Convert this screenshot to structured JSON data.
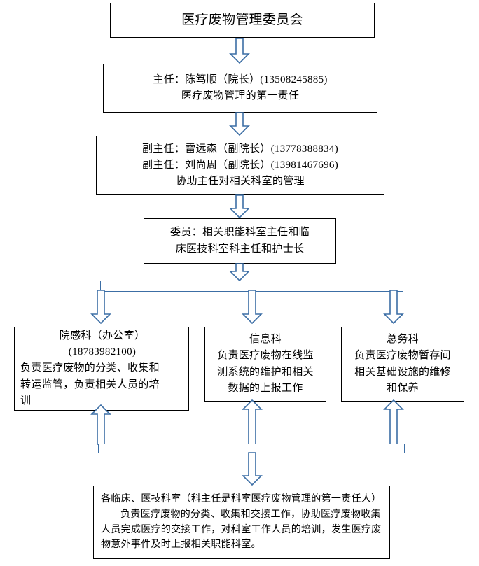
{
  "diagram": {
    "title": "医疗废物管理委员会",
    "accent_color": "#3c6ea5",
    "border_color": "#000000",
    "background_color": "#ffffff"
  },
  "nodes": {
    "committee": {
      "name": "医疗废物管理委员会",
      "lines": [
        "医疗废物管理委员会"
      ]
    },
    "director": {
      "lines": [
        "主任：陈笃顺（院长）(13508245885)",
        "医疗废物管理的第一责任"
      ]
    },
    "deputy_directors": {
      "lines": [
        "副主任：雷远森（副院长）(13778388834)",
        "副主任：刘尚周（副院长）(13981467696)",
        "协助主任对相关科室的管理"
      ]
    },
    "members": {
      "lines": [
        "委员：相关职能科室主任和临",
        "床医技科室科主任和护士长"
      ]
    },
    "infection_control": {
      "lines": [
        "院感科（办公室）",
        "(18783982100)",
        "负责医疗废物的分类、收集和",
        "转运监管，负责相关人员的培",
        "训"
      ]
    },
    "information_dept": {
      "lines": [
        "信息科",
        "负责医疗废物在线监",
        "测系统的维护和相关",
        "数据的上报工作"
      ]
    },
    "general_affairs": {
      "lines": [
        "总务科",
        "负责医疗废物暂存间",
        "相关基础设施的维修",
        "和保养"
      ]
    },
    "clinical_depts": {
      "lines": [
        "各临床、医技科室（科主任是科室医疗废物管理的第一责任人）",
        "负责医疗废物的分类、收集和交接工作，协助医疗废物收集",
        "人员完成医疗的交接工作，对科室工作人员的培训，发生医疗废",
        "物意外事件及时上报相关职能科室。"
      ]
    }
  },
  "connectors": {
    "committee_to_director": "down-arrow",
    "director_to_deputy": "down-arrow",
    "deputy_to_members": "down-arrow",
    "members_to_distributor": "down-arrow",
    "distributor_bar": "horizontal-bar",
    "distributor_to_infection": "down-arrow",
    "distributor_to_information": "down-arrow",
    "distributor_to_general": "down-arrow",
    "infection_to_collector": "up-arrow",
    "information_to_collector": "up-arrow",
    "general_to_collector": "up-arrow",
    "collector_bar": "horizontal-bar",
    "collector_to_clinical": "down-arrow"
  }
}
